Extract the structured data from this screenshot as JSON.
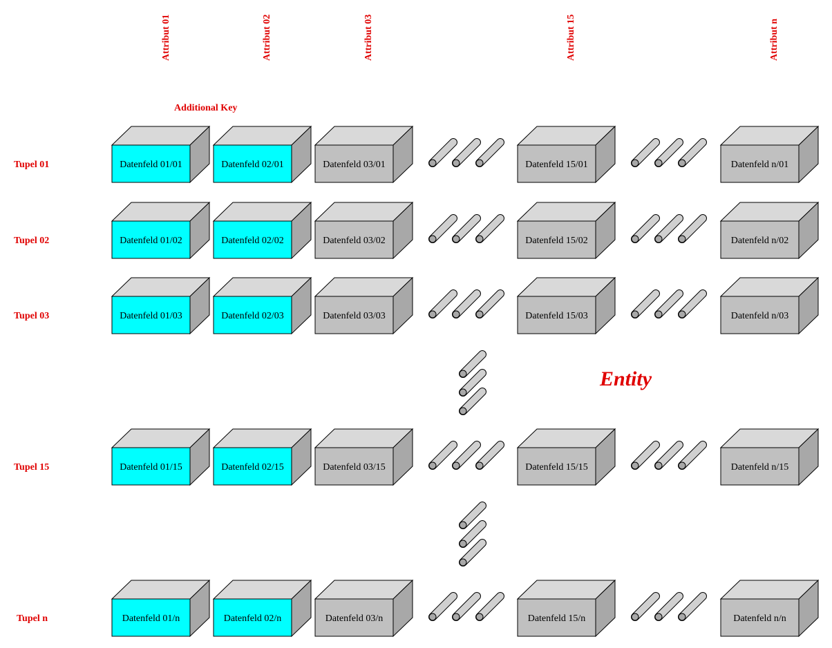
{
  "diagram": {
    "key_label": "Additional Key",
    "entity_label": "Entity",
    "colors": {
      "key_face": "#00ffff",
      "plain_face": "#c0c0c0",
      "top_face": "#d9d9d9",
      "side_face": "#a8a8a8",
      "label": "#e00000"
    },
    "attributes": [
      {
        "label": "Attribut 01",
        "is_key": true
      },
      {
        "label": "Attribut 02",
        "is_key": true
      },
      {
        "label": "Attribut 03",
        "is_key": false
      },
      {
        "label": "Attribut 15",
        "is_key": false
      },
      {
        "label": "Attribut n",
        "is_key": false
      }
    ],
    "tuples": [
      {
        "label": "Tupel 01",
        "cells": [
          "Datenfeld 01/01",
          "Datenfeld 02/01",
          "Datenfeld 03/01",
          "Datenfeld 15/01",
          "Datenfeld n/01"
        ]
      },
      {
        "label": "Tupel 02",
        "cells": [
          "Datenfeld 01/02",
          "Datenfeld 02/02",
          "Datenfeld 03/02",
          "Datenfeld 15/02",
          "Datenfeld n/02"
        ]
      },
      {
        "label": "Tupel 03",
        "cells": [
          "Datenfeld 01/03",
          "Datenfeld 02/03",
          "Datenfeld 03/03",
          "Datenfeld 15/03",
          "Datenfeld n/03"
        ]
      },
      {
        "label": "Tupel 15",
        "cells": [
          "Datenfeld 01/15",
          "Datenfeld 02/15",
          "Datenfeld 03/15",
          "Datenfeld 15/15",
          "Datenfeld n/15"
        ]
      },
      {
        "label": "Tupel n",
        "cells": [
          "Datenfeld 01/n",
          "Datenfeld 02/n",
          "Datenfeld 03/n",
          "Datenfeld 15/n",
          "Datenfeld n/n"
        ]
      }
    ]
  }
}
